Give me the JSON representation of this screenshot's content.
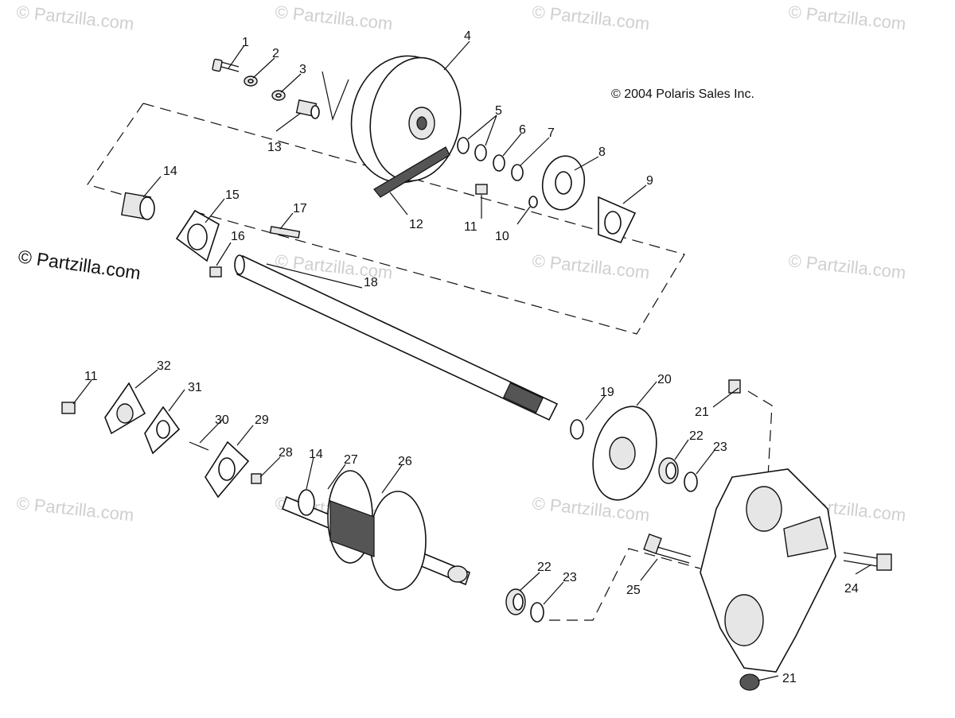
{
  "copyright": "© 2004 Polaris Sales Inc.",
  "watermark": "© Partzilla.com",
  "callouts": [
    "1",
    "2",
    "3",
    "4",
    "5",
    "6",
    "7",
    "8",
    "9",
    "10",
    "11",
    "12",
    "13",
    "14",
    "15",
    "16",
    "17",
    "18",
    "19",
    "20",
    "21",
    "22",
    "23",
    "24",
    "25",
    "26",
    "27",
    "28",
    "29",
    "30",
    "31",
    "32"
  ]
}
